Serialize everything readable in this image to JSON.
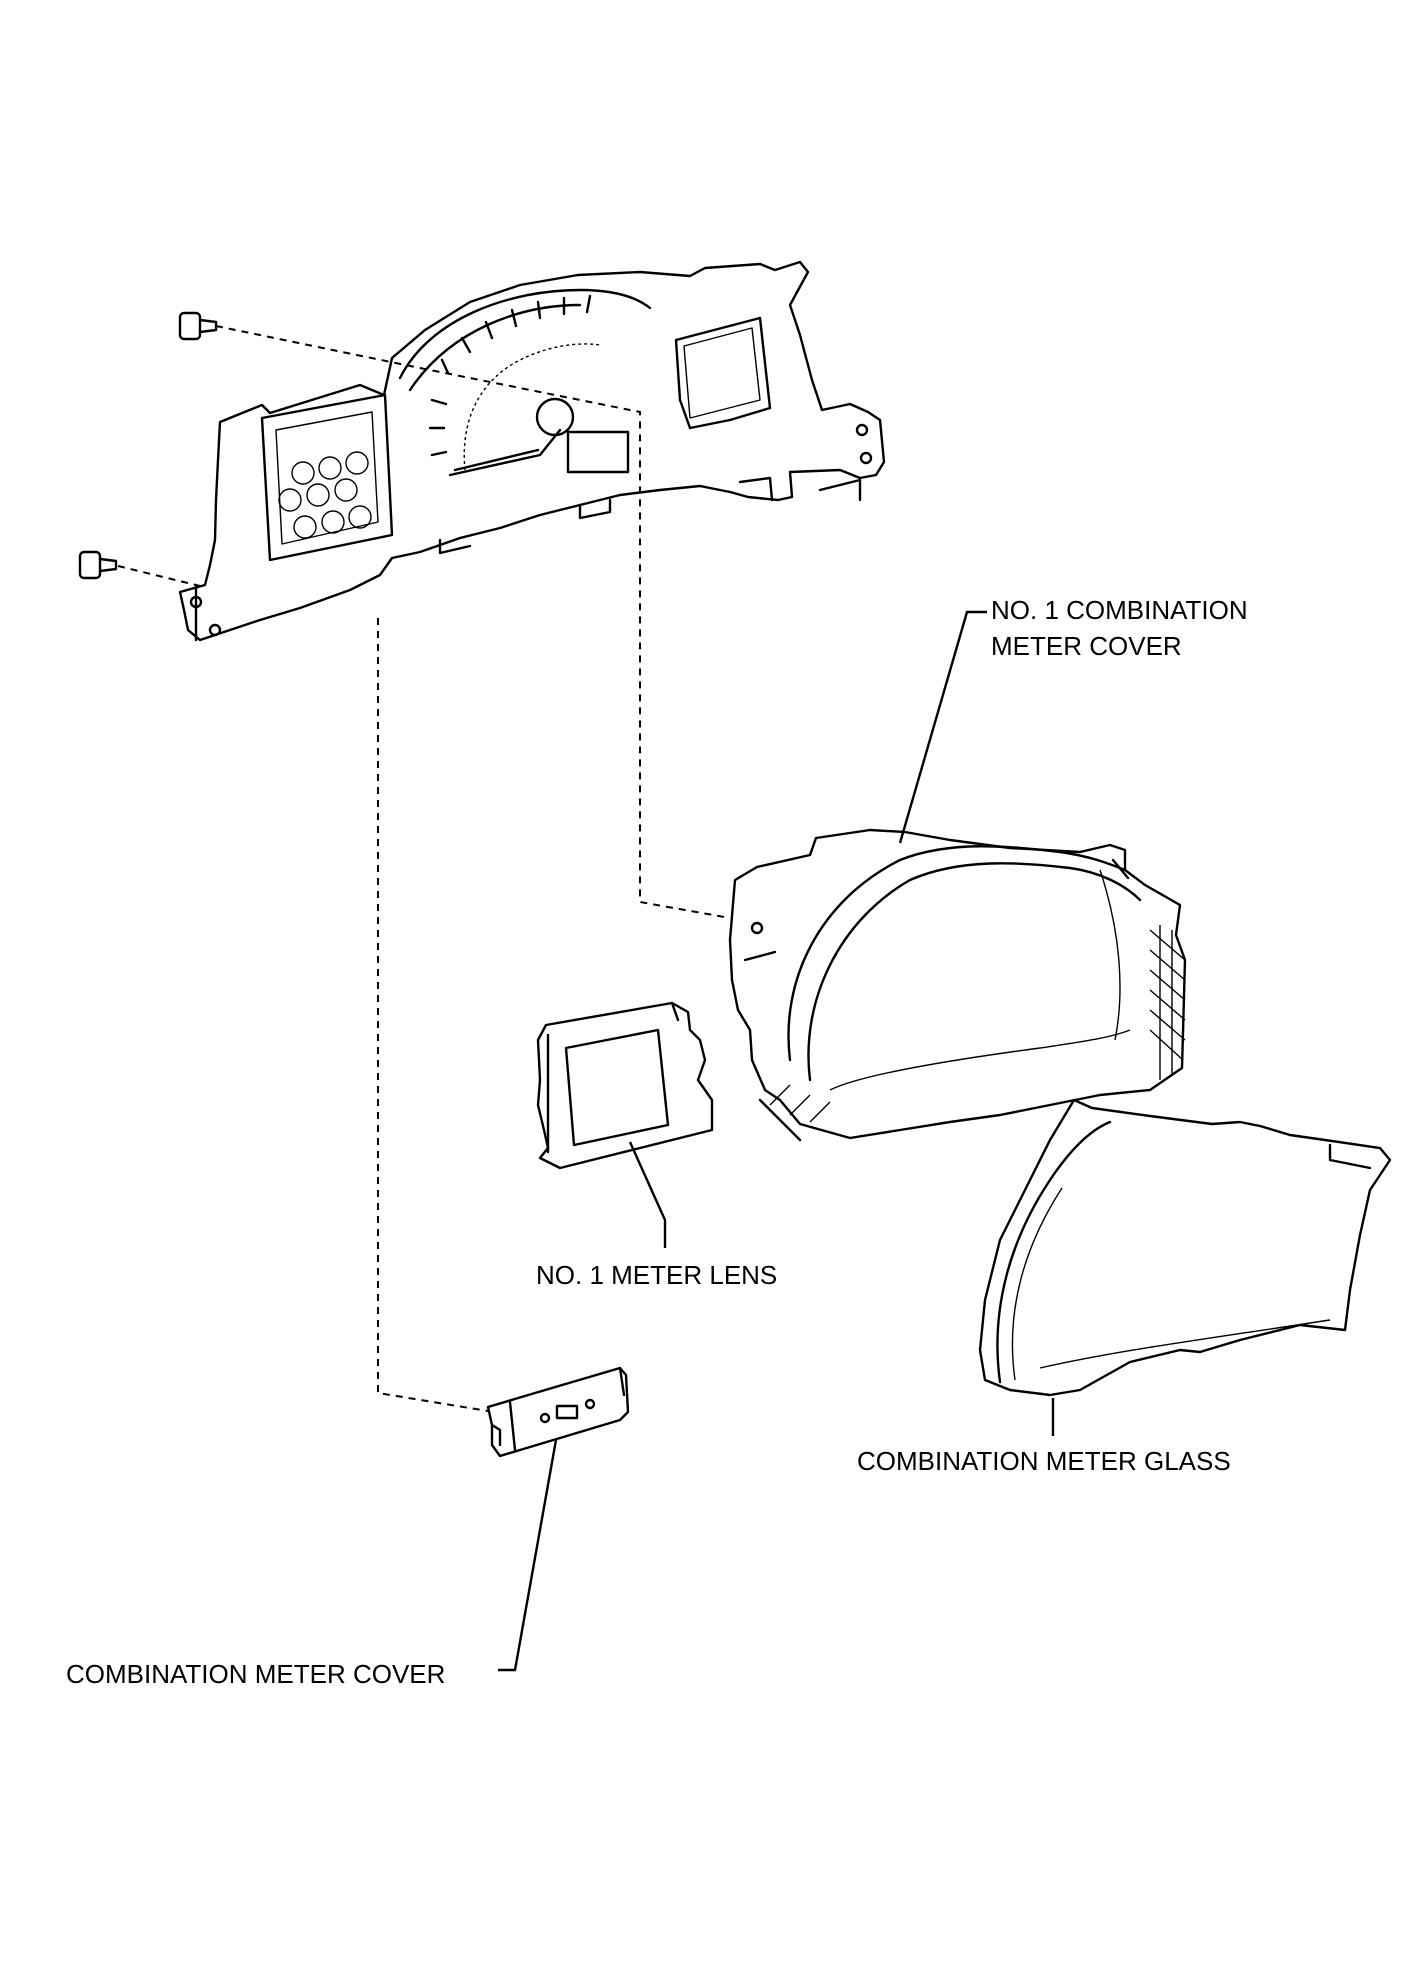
{
  "labels": {
    "no1_cover_line1": "NO. 1 COMBINATION",
    "no1_cover_line2": "METER COVER",
    "meter_lens": "NO. 1 METER LENS",
    "meter_glass": "COMBINATION METER GLASS",
    "meter_cover": "COMBINATION METER COVER"
  }
}
